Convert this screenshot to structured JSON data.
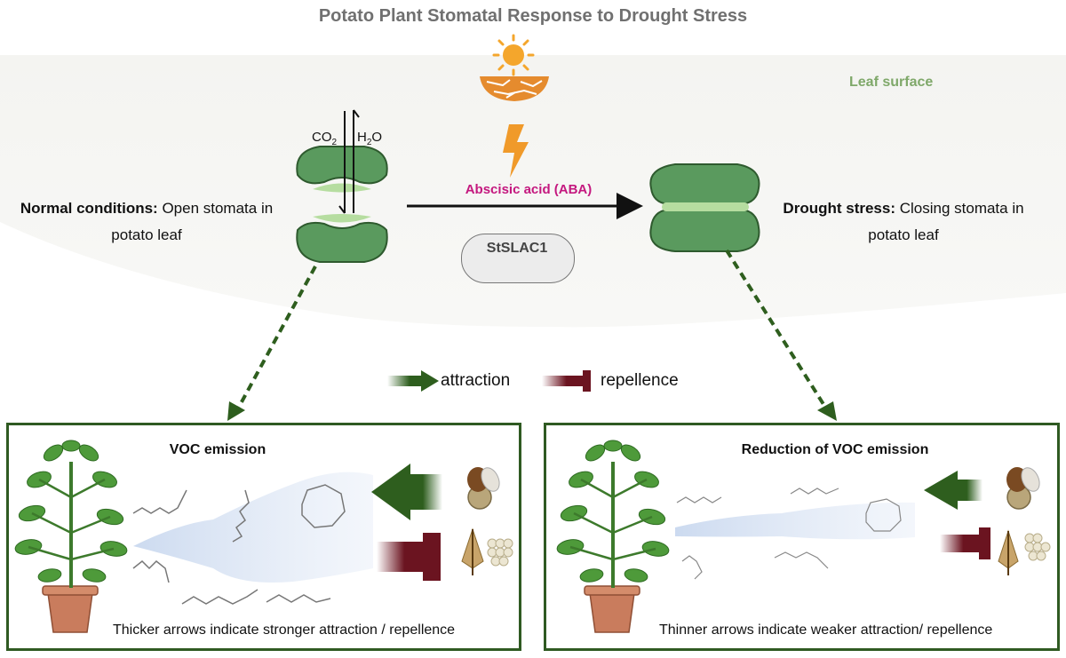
{
  "title": "Potato Plant Stomatal Response to Drought Stress",
  "leaf_surface_label": "Leaf surface",
  "normal": {
    "bold": "Normal conditions:",
    "line1": " Open stomata in",
    "line2": "potato leaf"
  },
  "drought": {
    "bold": "Drought stress:",
    "line1": " Closing stomata in",
    "line2": "potato leaf"
  },
  "gas": {
    "co2": "CO",
    "co2_sub": "2",
    "h2o_a": "H",
    "h2o_sub": "2",
    "h2o_b": "O"
  },
  "aba_label": "Abscisic acid (ABA)",
  "gene_label": "StSLAC1",
  "legend": {
    "attraction": "attraction",
    "repellence": "repellence"
  },
  "left_box": {
    "title": "VOC emission",
    "note": "Thicker arrows indicate stronger attraction / repellence"
  },
  "right_box": {
    "title": "Reduction of VOC emission",
    "note": "Thinner arrows indicate weaker attraction/ repellence"
  },
  "colors": {
    "title": "#707070",
    "leaf_label": "#7fa86a",
    "aba": "#c4187f",
    "guard_cell": "#5a9a5e",
    "attraction_arrow": "#2e5e1e",
    "repellence_arrow": "#6b1420",
    "box_border": "#2f5a22"
  },
  "icons": [
    "sun-icon",
    "cracked-soil-icon",
    "lightning-icon",
    "dna-icon",
    "potato-plant-icon",
    "beetle-icon",
    "moth-icon",
    "eggs-icon"
  ]
}
